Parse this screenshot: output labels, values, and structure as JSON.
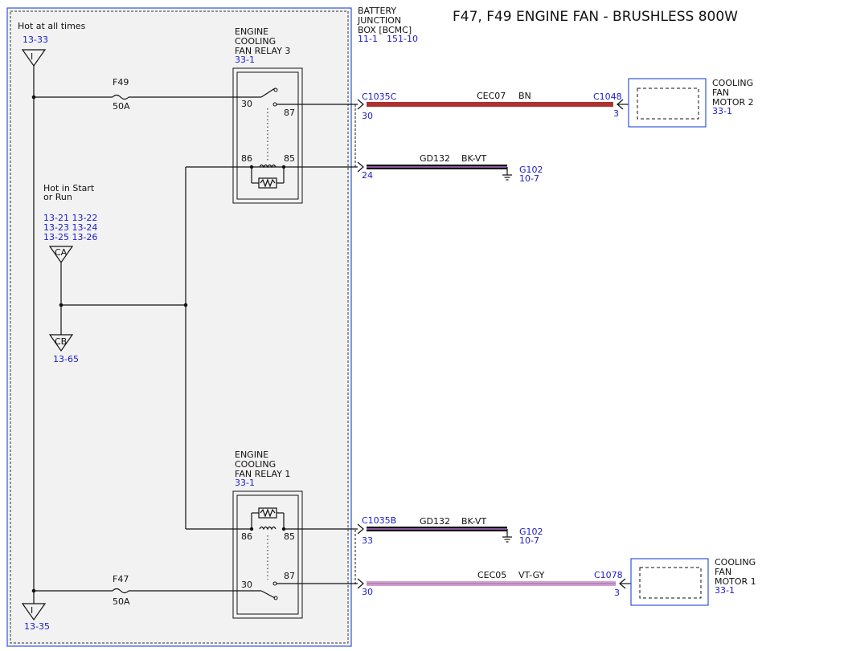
{
  "title": "F47, F49   ENGINE FAN - BRUSHLESS 800W",
  "junction_box": {
    "lines": [
      "BATTERY",
      "JUNCTION",
      "BOX [BCMC]"
    ],
    "refs": [
      "11-1",
      "151-10"
    ]
  },
  "power": {
    "hot_at_all_times": "Hot at all times",
    "ref_top": "13-33",
    "node_i_top": "I",
    "node_i_bottom": "I",
    "ref_bottom": "13-35",
    "hot_start_run": [
      "Hot in Start",
      "or Run"
    ],
    "start_run_refs": [
      "13-21 13-22",
      "13-23 13-24",
      "13-25 13-26"
    ],
    "node_ca": "CA",
    "node_cb": "CB",
    "ref_cb": "13-65"
  },
  "fuses": {
    "f49": {
      "name": "F49",
      "rating": "50A"
    },
    "f47": {
      "name": "F47",
      "rating": "50A"
    }
  },
  "relay3": {
    "lines": [
      "ENGINE",
      "COOLING",
      "FAN RELAY 3"
    ],
    "ref": "33-1",
    "pins": {
      "p30": "30",
      "p87": "87",
      "p86": "86",
      "p85": "85"
    }
  },
  "relay1": {
    "lines": [
      "ENGINE",
      "COOLING",
      "FAN RELAY 1"
    ],
    "ref": "33-1",
    "pins": {
      "p30": "30",
      "p87": "87",
      "p86": "86",
      "p85": "85"
    }
  },
  "circuits": {
    "motor2_feed": {
      "connector": "C1035C",
      "pin": "30",
      "circuit": "CEC07",
      "color": "BN",
      "far_connector": "C1048",
      "far_pin": "3",
      "wire_hex": "#b03030"
    },
    "ground_upper": {
      "pin": "24",
      "circuit": "GD132",
      "color": "BK-VT",
      "ground": "G102",
      "ground_ref": "10-7"
    },
    "ground_lower": {
      "connector": "C1035B",
      "pin": "33",
      "circuit": "GD132",
      "color": "BK-VT",
      "ground": "G102",
      "ground_ref": "10-7"
    },
    "motor1_feed": {
      "pin": "30",
      "circuit": "CEC05",
      "color": "VT-GY",
      "far_connector": "C1078",
      "far_pin": "3",
      "wire_hex": "#d89ad8"
    }
  },
  "motor2": {
    "lines": [
      "COOLING",
      "FAN",
      "MOTOR 2"
    ],
    "ref": "33-1"
  },
  "motor1": {
    "lines": [
      "COOLING",
      "FAN",
      "MOTOR 1"
    ],
    "ref": "33-1"
  }
}
